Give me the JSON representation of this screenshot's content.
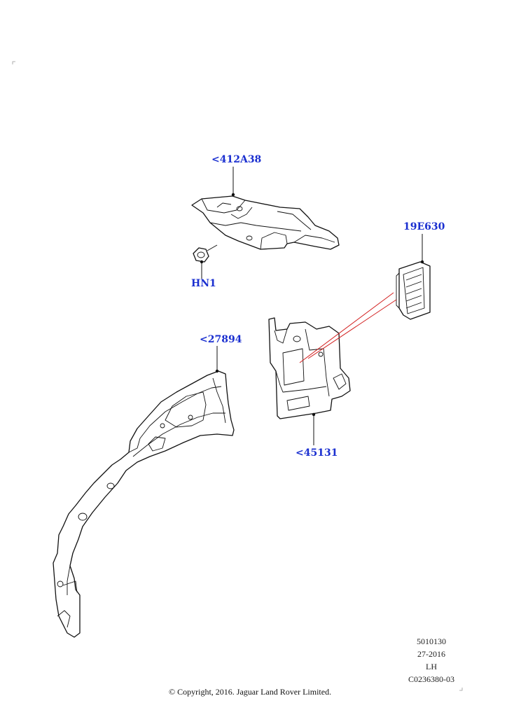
{
  "callouts": {
    "part_412A38": "<412A38",
    "part_HN1": "HN1",
    "part_19E630": "19E630",
    "part_27894": "<27894",
    "part_45131": "<45131"
  },
  "meta": {
    "ref": "5010130",
    "date": "27-2016",
    "side": "LH",
    "code": "C0236380-03"
  },
  "copyright": "© Copyright, 2016. Jaguar Land Rover Limited.",
  "colors": {
    "callout": "#1a2fd0",
    "line": "#111111",
    "redline": "#d21f1f"
  }
}
